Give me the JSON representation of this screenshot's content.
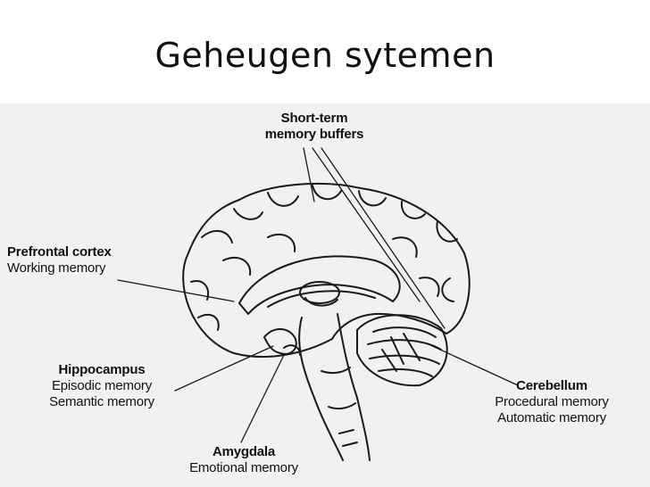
{
  "slide": {
    "title": "Geheugen sytemen"
  },
  "labels": {
    "short_term": {
      "heading": "Short-term",
      "line2": "memory buffers"
    },
    "prefrontal": {
      "heading": "Prefrontal cortex",
      "line2": "Working memory"
    },
    "hippocampus": {
      "heading": "Hippocampus",
      "line2": "Episodic memory",
      "line3": "Semantic memory"
    },
    "amygdala": {
      "heading": "Amygdala",
      "line2": "Emotional memory"
    },
    "cerebellum": {
      "heading": "Cerebellum",
      "line2": "Procedural memory",
      "line3": "Automatic memory"
    }
  }
}
